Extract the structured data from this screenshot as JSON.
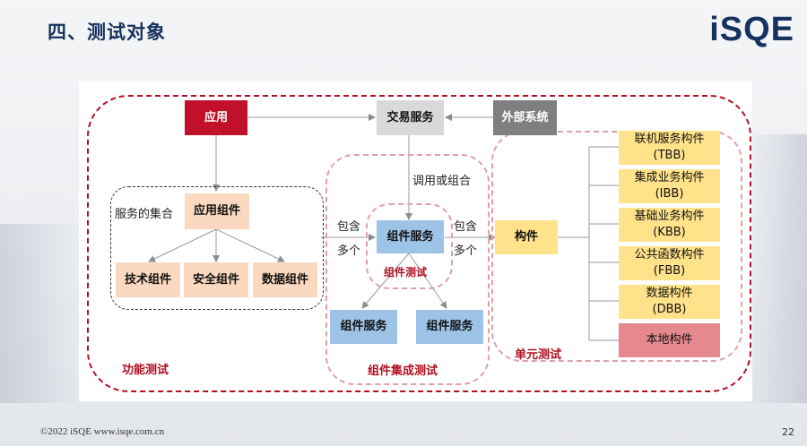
{
  "header": {
    "title": "四、测试对象",
    "logo": "iSQE"
  },
  "diagram": {
    "nodes": {
      "app": "应用",
      "trade_service": "交易服务",
      "external_system": "外部系统",
      "app_component": "应用组件",
      "tech_component": "技术组件",
      "security_component": "安全组件",
      "data_component": "数据组件",
      "component_service_main": "组件服务",
      "component_service_left": "组件服务",
      "component_service_right": "组件服务",
      "component": "构件",
      "tbb_line1": "联机服务构件",
      "tbb_line2": "(TBB)",
      "ibb_line1": "集成业务构件",
      "ibb_line2": "(IBB)",
      "kbb_line1": "基础业务构件",
      "kbb_line2": "(KBB)",
      "fbb_line1": "公共函数构件",
      "fbb_line2": "(FBB)",
      "dbb_line1": "数据构件",
      "dbb_line2": "(DBB)",
      "local_component": "本地构件"
    },
    "labels": {
      "service_set": "服务的集合",
      "call_or_combine": "调用或组合",
      "contain_left_1": "包含",
      "contain_left_2": "多个",
      "contain_right_1": "包含",
      "contain_right_2": "多个"
    },
    "regions": {
      "functional_test": "功能测试",
      "component_test": "组件测试",
      "integration_test": "组件集成测试",
      "unit_test": "单元测试"
    }
  },
  "footer": {
    "copyright": "©2022  iSQE   www.isqe.com.cn",
    "page_number": "22"
  }
}
